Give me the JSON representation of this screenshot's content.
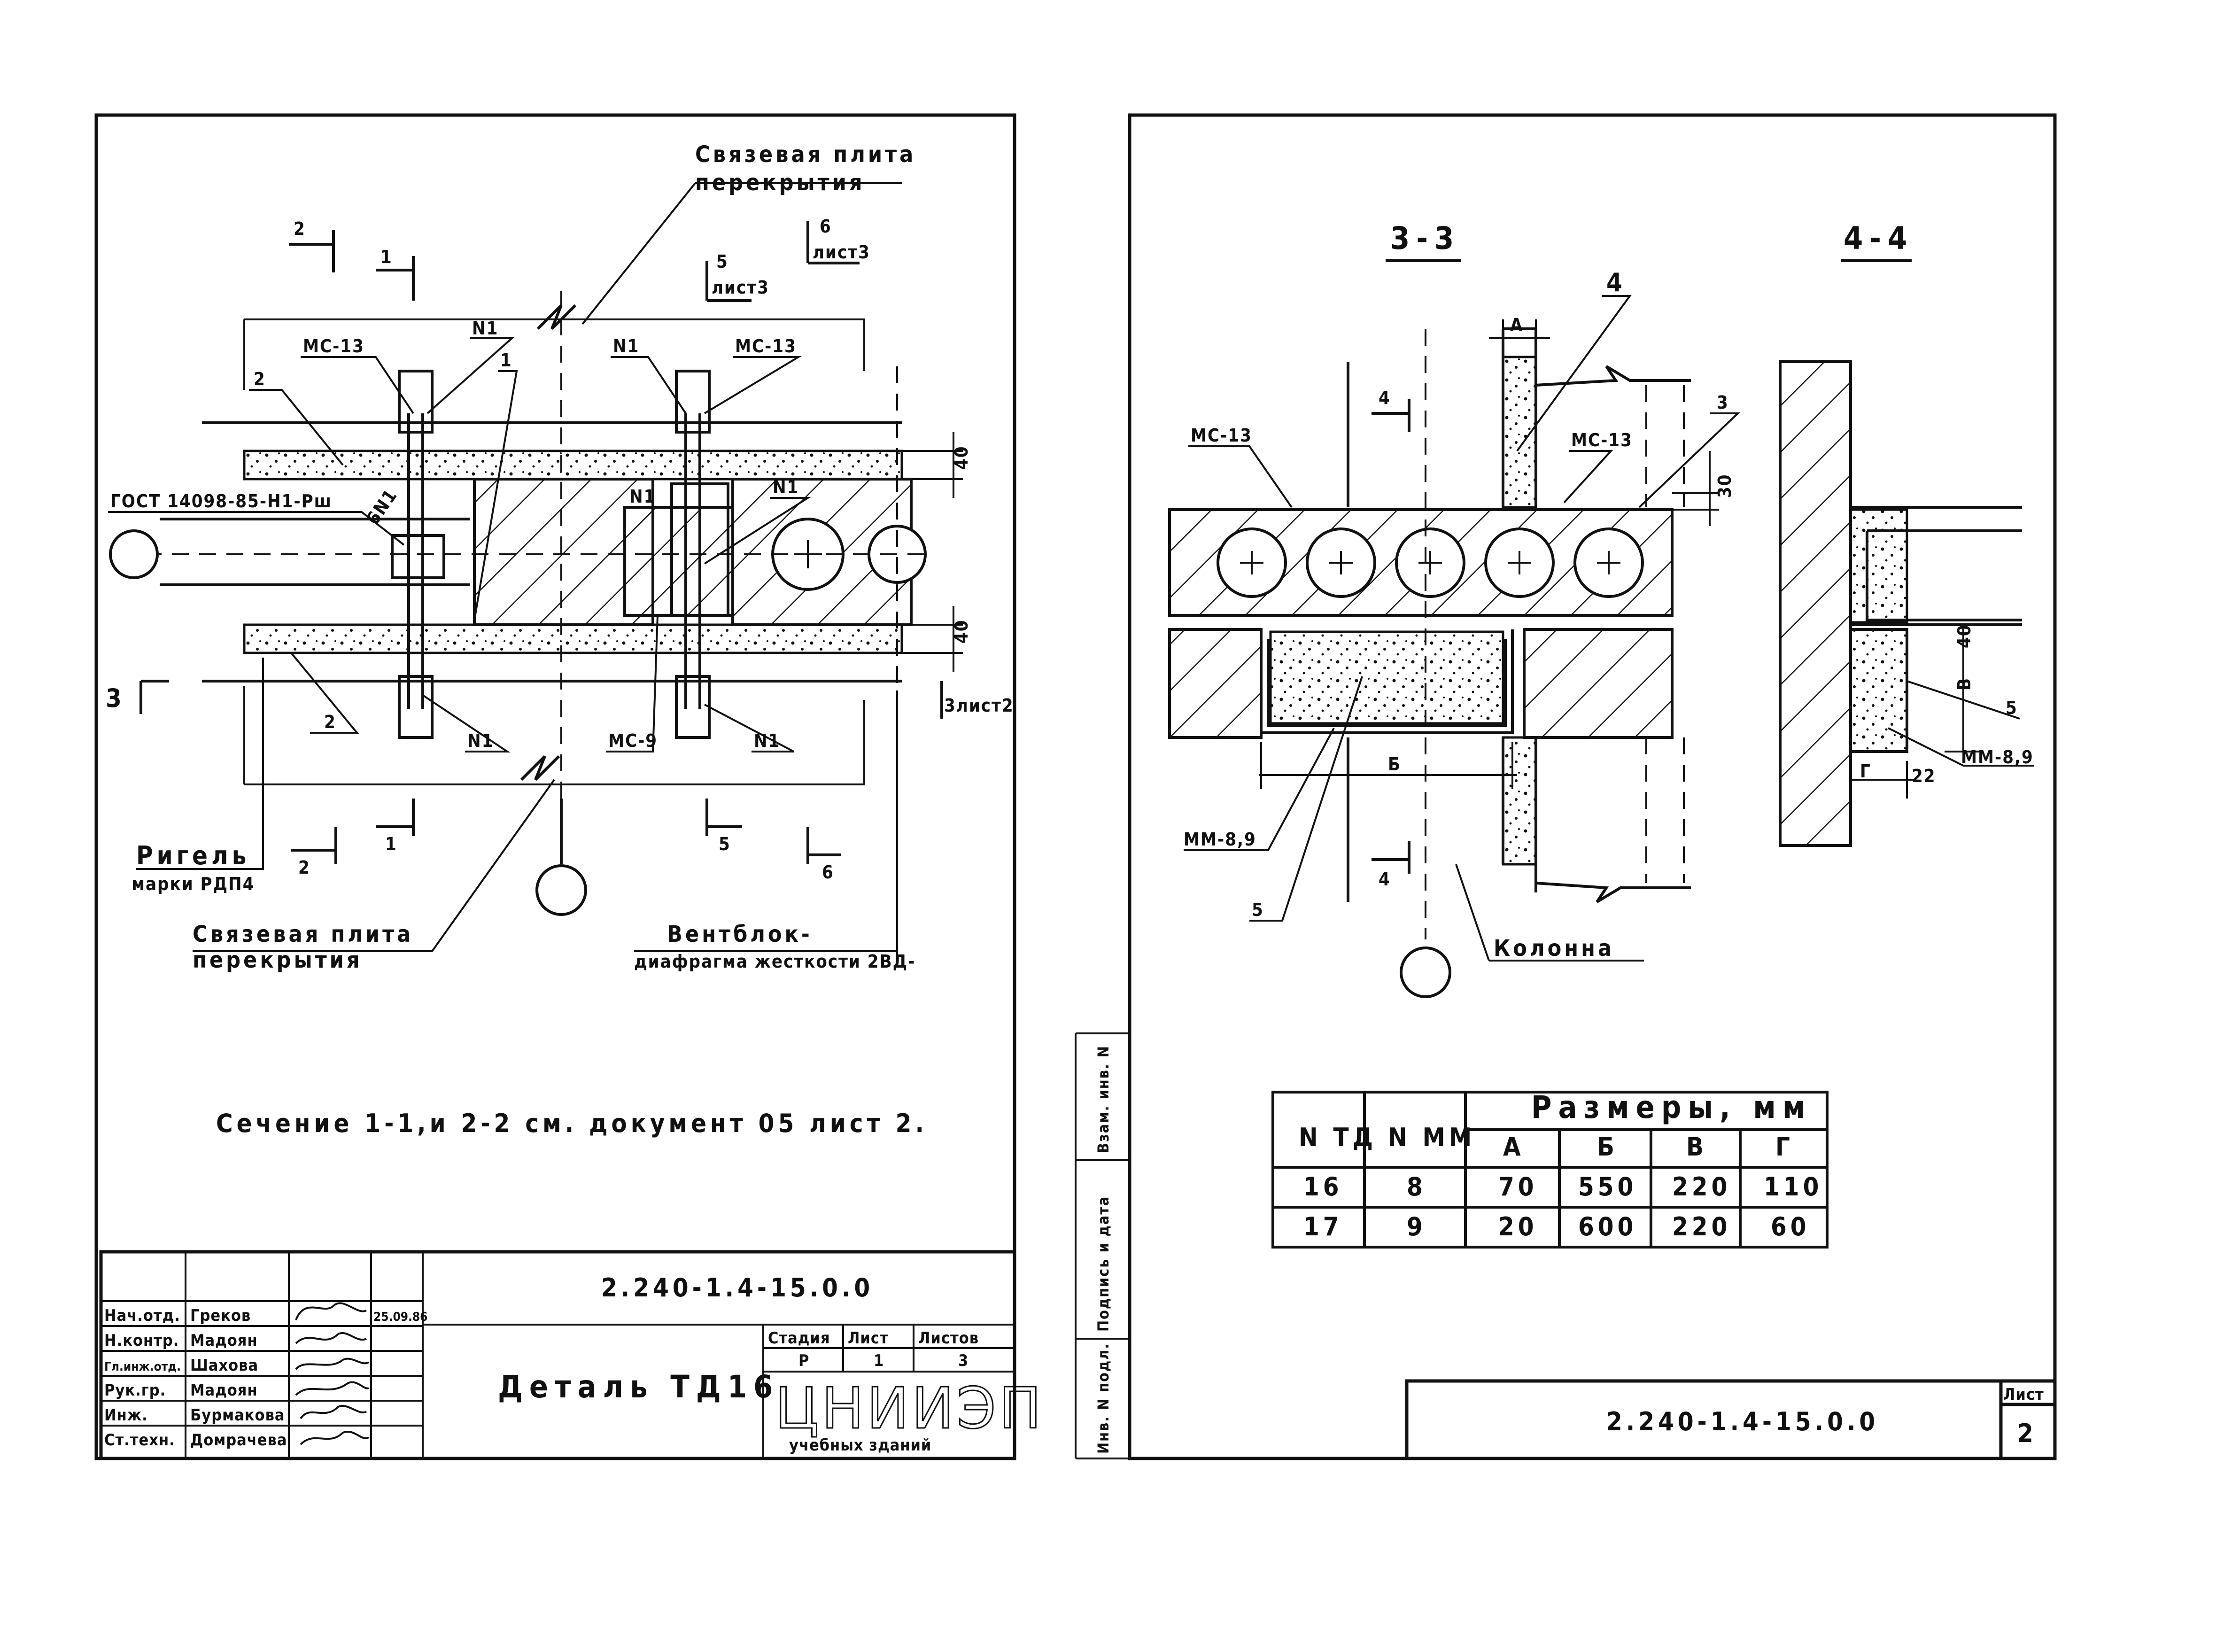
{
  "left_sheet": {
    "labels": {
      "svyaz_plita_top_1": "Связевая плита",
      "svyaz_plita_top_2": "перекрытия",
      "svyaz_plita_bottom_1": "Связевая плита",
      "svyaz_plita_bottom_2": "перекрытия",
      "rigel_1": "Ригель",
      "rigel_2": "марки РДП4",
      "ventblok_1": "Вентблок-",
      "ventblok_2": "диафрагма жесткости 2ВД-",
      "gost": "ГОСТ 14098-85-Н1-Рш",
      "ms13_left": "МС-13",
      "ms13_right": "МС-13",
      "ms9": "МС-9",
      "n1_a": "N1",
      "n1_b": "N1",
      "n1_c": "N1",
      "n1_d": "N1",
      "n1_e": "N1",
      "n1_f": "N1",
      "sixn1": "6N1",
      "num_1": "1",
      "num_2a": "2",
      "num_2b": "2",
      "dim_40a": "40",
      "dim_40b": "40"
    },
    "section_marks": {
      "s2_top": "2",
      "s1_top": "1",
      "s5_top": "5",
      "s5_top_sheet": "лист3",
      "s6_top": "6",
      "s6_top_sheet": "лист3",
      "s3": "3",
      "s3_right": "3лист2",
      "s2_bot": "2",
      "s1_bot": "1",
      "s5_bot": "5",
      "s6_bot": "6"
    },
    "note": "Сечение 1-1,и 2-2 см. документ 05 лист 2.",
    "title_block": {
      "doc_code": "2.240-1.4-15.0.0",
      "title": "Деталь ТД16",
      "stage_header": "Стадия",
      "sheet_header": "Лист",
      "sheets_header": "Листов",
      "stage": "Р",
      "sheet": "1",
      "sheets": "3",
      "org": "ЦНИИЭП",
      "org_sub": "учебных зданий",
      "date": "25.09.86",
      "roles": [
        {
          "role": "Нач.отд.",
          "name": "Греков"
        },
        {
          "role": "Н.контр.",
          "name": "Мадоян"
        },
        {
          "role": "Гл.инж.отд.",
          "name": "Шахова"
        },
        {
          "role": "Рук.гр.",
          "name": "Мадоян"
        },
        {
          "role": "Инж.",
          "name": "Бурмакова"
        },
        {
          "role": "Ст.техн.",
          "name": "Домрачева"
        }
      ]
    }
  },
  "right_sheet": {
    "section_33": "3-3",
    "section_44": "4-4",
    "labels": {
      "ms13_left": "МС-13",
      "ms13_right": "МС-13",
      "mm89_left": "ММ-8,9",
      "mm89_right": "ММ-8,9",
      "kolonna": "Колонна",
      "num_4": "4",
      "num_3": "3",
      "num_5a": "5",
      "num_5b": "5",
      "dim_A": "А",
      "dim_B": "Б",
      "dim_V": "В",
      "dim_G": "Г",
      "dim_30": "30",
      "dim_40": "40",
      "dim_22": "22",
      "cut_4_top": "4",
      "cut_4_bot": "4"
    },
    "table": {
      "headers": [
        "N ТД",
        "N ММ",
        "Размеры, мм"
      ],
      "sub_headers": [
        "А",
        "Б",
        "В",
        "Г"
      ],
      "rows": [
        [
          "16",
          "8",
          "70",
          "550",
          "220",
          "110"
        ],
        [
          "17",
          "9",
          "20",
          "600",
          "220",
          "60"
        ]
      ]
    },
    "side_stamp": [
      "Инв. N подл.",
      "Подпись и дата",
      "Взам. инв. N"
    ],
    "title_block": {
      "doc_code": "2.240-1.4-15.0.0",
      "sheet_header": "Лист",
      "sheet": "2"
    }
  }
}
